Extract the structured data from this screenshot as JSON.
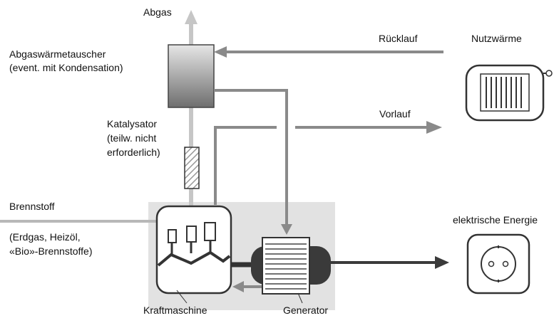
{
  "labels": {
    "abgas": "Abgas",
    "waermetauscher_l1": "Abgaswärmetauscher",
    "waermetauscher_l2": "(event. mit Kondensation)",
    "ruecklauf": "Rücklauf",
    "nutzwaerme": "Nutzwärme",
    "katalysator_l1": "Katalysator",
    "katalysator_l2": "(teilw. nicht",
    "katalysator_l3": "erforderlich)",
    "vorlauf": "Vorlauf",
    "brennstoff": "Brennstoff",
    "brennstoff_l2": "(Erdgas, Heizöl,",
    "brennstoff_l3": "«Bio»-Brennstoffe)",
    "elektrische_energie": "elektrische Energie",
    "kraftmaschine": "Kraftmaschine",
    "generator": "Generator"
  },
  "colors": {
    "pipe": "#8a8a8a",
    "exhaust_pipe": "#c6c6c6",
    "engine_bg": "#e2e2e2",
    "electric_line": "#3a3a3a",
    "outline": "#444444"
  },
  "icons": {
    "radiator": "radiator-icon",
    "socket": "power-socket-icon",
    "engine": "engine-icon",
    "generator": "generator-icon"
  }
}
